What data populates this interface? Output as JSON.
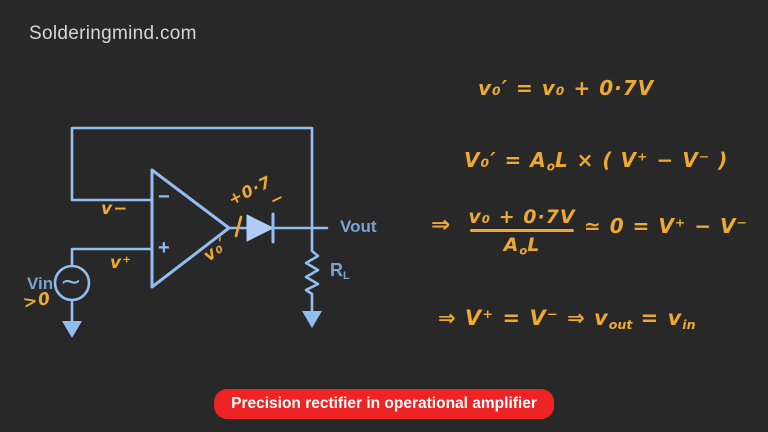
{
  "colors": {
    "background": "#282828",
    "wire_blue": "#92bdf1",
    "diode_fill": "#aecdf5",
    "label_blue": "#7ba4d3",
    "ink_yellow": "#eda933",
    "badge_red": "#ee2424",
    "badge_text": "#ffffff",
    "watermark_gray": "#d6d6d6"
  },
  "header": {
    "watermark": "Solderingmind.com"
  },
  "circuit": {
    "labels": {
      "v_minus": "v−",
      "opamp_minus": "−",
      "opamp_plus": "+",
      "v_plus": "v⁺",
      "vin": "Vin",
      "vin_condition": ">0",
      "source_wave": "∼",
      "vo_prime": "v₀′",
      "diode_drop": "+0·7",
      "diode_minus": "−",
      "vout": "Vout",
      "r_main": "R",
      "r_sub": "L"
    }
  },
  "equations": {
    "eq1": "v₀′ = v₀ + 0·7V",
    "eq2_a": "V₀′ =  A",
    "eq2_sub": "o",
    "eq2_b": "L × ( V⁺ − V⁻ )",
    "eq3_arrow": "⇒",
    "eq3_num": "v₀ + 0·7V",
    "eq3_den_a": "A",
    "eq3_den_sub": "o",
    "eq3_den_b": "L",
    "eq3_rhs": "≃ 0 =  V⁺ − V⁻",
    "eq4_a": "⇒  V⁺ = V⁻ ⇒ v",
    "eq4_sub1": "out",
    "eq4_b": " = v",
    "eq4_sub2": "in"
  },
  "caption": {
    "text": "Precision rectifier in operational amplifier"
  }
}
